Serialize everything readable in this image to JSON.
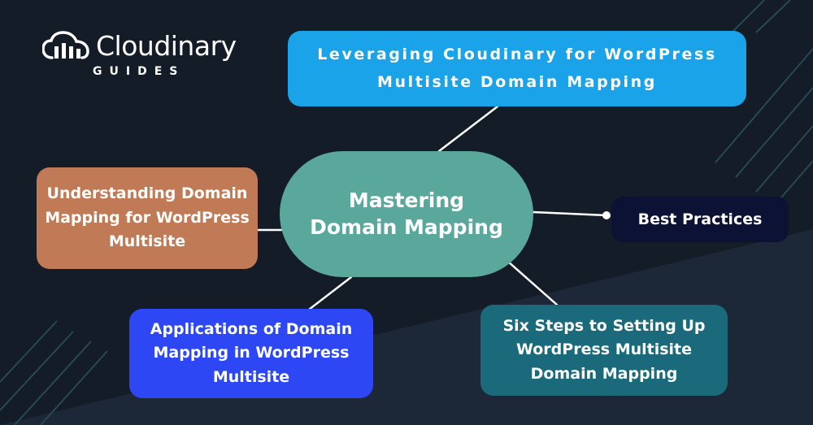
{
  "brand": {
    "name": "Cloudinary",
    "sub": "GUIDES"
  },
  "central_topic": "Mastering Domain Mapping",
  "topics": {
    "top": "Leveraging Cloudinary for WordPress Multisite Domain Mapping",
    "left": "Understanding Domain Mapping for WordPress Multisite",
    "right": "Best Practices",
    "bottom_left": "Applications of Domain Mapping in WordPress Multisite",
    "bottom_right": "Six Steps to Setting Up WordPress Multisite Domain Mapping"
  },
  "colors": {
    "background": "#141c28",
    "center": "#5aa79c",
    "top": "#1aa3e8",
    "left": "#c07a55",
    "right": "#0c1233",
    "bottom_left": "#2d47f4",
    "bottom_right": "#1b6a7b"
  },
  "icons": {
    "logo": "cloud-logo-icon"
  }
}
